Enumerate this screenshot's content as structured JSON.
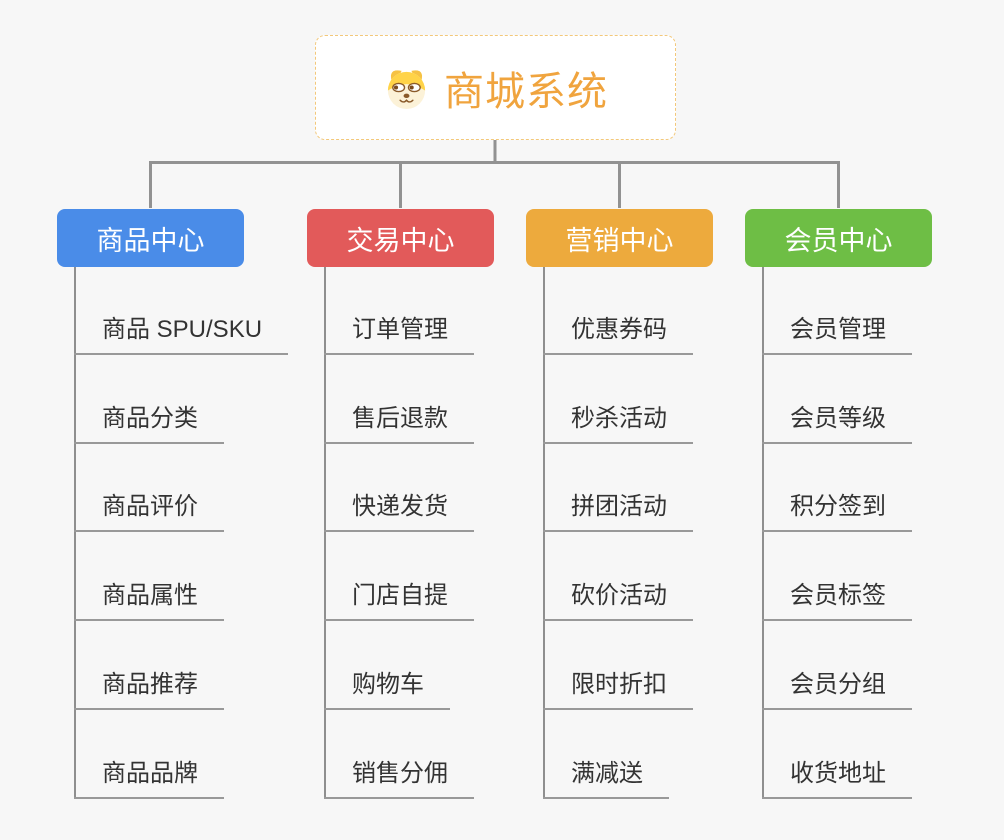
{
  "root": {
    "title": "商城系统",
    "icon": "dog-face-icon",
    "accent_color": "#f0a43e",
    "border_color": "#f3c87a"
  },
  "connector_color": "#929292",
  "branches": [
    {
      "label": "商品中心",
      "color": "#4a8ce8",
      "children": [
        "商品 SPU/SKU",
        "商品分类",
        "商品评价",
        "商品属性",
        "商品推荐",
        "商品品牌"
      ]
    },
    {
      "label": "交易中心",
      "color": "#e25a5a",
      "children": [
        "订单管理",
        "售后退款",
        "快递发货",
        "门店自提",
        "购物车",
        "销售分佣"
      ]
    },
    {
      "label": "营销中心",
      "color": "#edaa3d",
      "children": [
        "优惠券码",
        "秒杀活动",
        "拼团活动",
        "砍价活动",
        "限时折扣",
        "满减送"
      ]
    },
    {
      "label": "会员中心",
      "color": "#6ebe45",
      "children": [
        "会员管理",
        "会员等级",
        "积分签到",
        "会员标签",
        "会员分组",
        "收货地址"
      ]
    }
  ]
}
